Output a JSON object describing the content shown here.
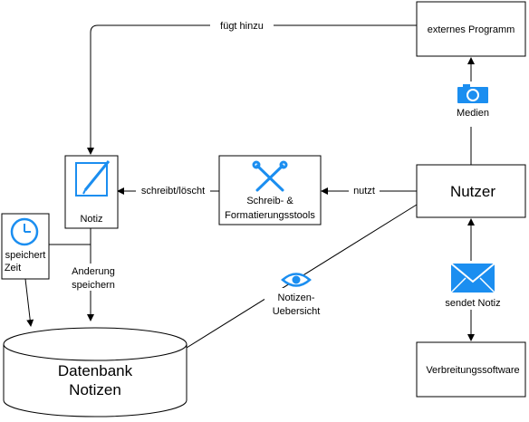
{
  "nodes": {
    "external_program": "externes Programm",
    "user": "Nutzer",
    "note": "Notiz",
    "tools_line1": "Schreib- &",
    "tools_line2": "Formatierungsstools",
    "time_line1": "speichert",
    "time_line2": "Zeit",
    "database_line1": "Datenbank",
    "database_line2": "Notizen",
    "distribution": "Verbreitungssoftware"
  },
  "edges": {
    "adds": "fügt hinzu",
    "media": "Medien",
    "writes_deletes": "schreibt/löscht",
    "uses": "nutzt",
    "save_change_line1": "Anderung",
    "save_change_line2": "speichern",
    "overview_line1": "Notizen-",
    "overview_line2": "Uebersicht",
    "sends_note": "sendet Notiz"
  },
  "icons": {
    "camera": "camera-icon",
    "pencil": "pencil-icon",
    "tools": "tools-icon",
    "clock": "clock-icon",
    "eye": "eye-icon",
    "envelope": "envelope-icon"
  },
  "colors": {
    "icon_blue": "#1b8ef0",
    "line": "#000000"
  }
}
